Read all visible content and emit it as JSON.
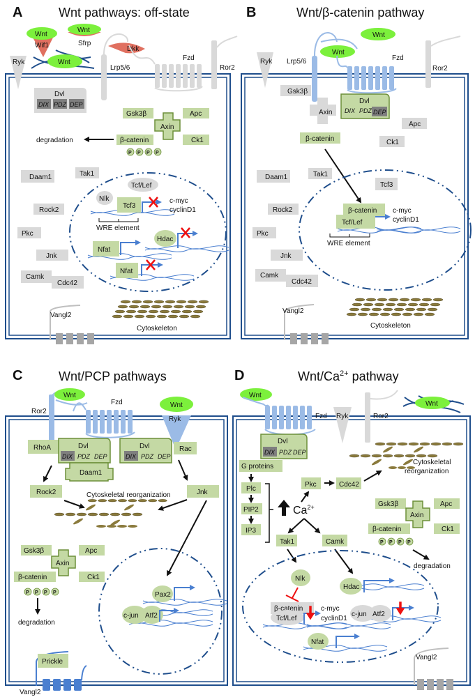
{
  "colors": {
    "membrane": "#1f4e8c",
    "green_box": "#c4d9a4",
    "green_border": "#6d8f3a",
    "gray_box": "#d9d9d9",
    "dark_gray": "#7f7f7f",
    "wnt": "#7cf03c",
    "blue_receptor": "#9bbbe6",
    "dkk": "#e07060",
    "red": "#ee1111",
    "cytoskeleton": "#8a7a3c",
    "dna": "#4a7fd0"
  },
  "panels": {
    "A": {
      "letter": "A",
      "title": "Wnt pathways: off-state",
      "labels": {
        "wnt1": "Wnt",
        "wnt2": "Wnt",
        "wnt3": "Wnt",
        "wif1": "Wif1",
        "sfrp": "Sfrp",
        "dkk": "Dkk",
        "ryk": "Ryk",
        "lrp": "Lrp5/6",
        "fzd": "Fzd",
        "ror2": "Ror2",
        "dvl": "Dvl",
        "dix": "DIX",
        "pdz": "PDZ",
        "dep": "DEP",
        "gsk": "Gsk3β",
        "apc": "Apc",
        "axin": "Axin",
        "ck1": "Ck1",
        "bcat": "β-catenin",
        "p": "P",
        "degradation": "degradation",
        "daam1": "Daam1",
        "tak1": "Tak1",
        "rock2": "Rock2",
        "pkc": "Pkc",
        "jnk": "Jnk",
        "camk": "Camk",
        "cdc42": "Cdc42",
        "tcflef": "Tcf/Lef",
        "nlk": "Nlk",
        "tcf3": "Tcf3",
        "cmyc": "c-myc",
        "cyclin": "cyclinD1",
        "wre": "WRE element",
        "hdac": "Hdac",
        "nfat1": "Nfat",
        "nfat2": "Nfat",
        "vangl2": "Vangl2",
        "cytoskeleton": "Cytoskeleton"
      }
    },
    "B": {
      "letter": "B",
      "title": "Wnt/β-catenin pathway",
      "labels": {
        "wnt1": "Wnt",
        "wnt2": "Wnt",
        "ryk": "Ryk",
        "lrp": "Lrp5/6",
        "fzd": "Fzd",
        "ror2": "Ror2",
        "gsk": "Gsk3β",
        "axin": "Axin",
        "dvl": "Dvl",
        "dix": "DIX",
        "pdz": "PDZ",
        "dep": "DEP",
        "apc": "Apc",
        "bcat": "β-catenin",
        "ck1": "Ck1",
        "daam1": "Daam1",
        "tak1": "Tak1",
        "tcf3": "Tcf3",
        "rock2": "Rock2",
        "pkc": "Pkc",
        "jnk": "Jnk",
        "camk": "Camk",
        "cdc42": "Cdc42",
        "bcat_n": "β-catenin",
        "tcflef": "Tcf/Lef",
        "cmyc": "c-myc",
        "cyclin": "cyclinD1",
        "wre": "WRE element",
        "vangl2": "Vangl2",
        "cytoskeleton": "Cytoskeleton"
      }
    },
    "C": {
      "letter": "C",
      "title": "Wnt/PCP pathways",
      "labels": {
        "wnt1": "Wnt",
        "wnt2": "Wnt",
        "ror2": "Ror2",
        "fzd": "Fzd",
        "ryk": "Ryk",
        "rhoa": "RhoA",
        "dvl1": "Dvl",
        "dvl2": "Dvl",
        "dix": "DIX",
        "pdz": "PDZ",
        "dep": "DEP",
        "rac": "Rac",
        "daam1": "Daam1",
        "rock2": "Rock2",
        "jnk": "Jnk",
        "reorg": "Cytoskeletal reorganization",
        "gsk": "Gsk3β",
        "apc": "Apc",
        "axin": "Axin",
        "ck1": "Ck1",
        "bcat": "β-catenin",
        "p": "P",
        "degradation": "degradation",
        "pax2": "Pax2",
        "cjun": "c-jun",
        "atf2": "Atf2",
        "prickle": "Prickle",
        "vangl2": "Vangl2"
      }
    },
    "D": {
      "letter": "D",
      "title_main": "Wnt/Ca",
      "title_sup": "2+",
      "title_rest": " pathway",
      "labels": {
        "wnt1": "Wnt",
        "wnt2": "Wnt",
        "fzd": "Fzd",
        "ryk": "Ryk",
        "ror2": "Ror2",
        "dvl": "Dvl",
        "dix": "DIX",
        "pdz": "PDZ",
        "dep": "DEP",
        "gprot": "G proteins",
        "plc": "Plc",
        "pip2": "PIP2",
        "ip3": "IP3",
        "ca": "Ca",
        "ca_sup": "2+",
        "pkc": "Pkc",
        "cdc42": "Cdc42",
        "reorg1": "Cytoskeletal",
        "reorg2": "reorganization",
        "gsk": "Gsk3β",
        "apc": "Apc",
        "axin": "Axin",
        "ck1": "Ck1",
        "bcat": "β-catenin",
        "p": "P",
        "degradation": "degradation",
        "tak1": "Tak1",
        "camk": "Camk",
        "nlk": "Nlk",
        "hdac": "Hdac",
        "bcat_n": "β-catenin",
        "tcflef": "Tcf/Lef",
        "cmyc": "c-myc",
        "cyclin": "cyclinD1",
        "cjun": "c-jun",
        "atf2": "Atf2",
        "nfat": "Nfat",
        "vangl2": "Vangl2"
      }
    }
  }
}
